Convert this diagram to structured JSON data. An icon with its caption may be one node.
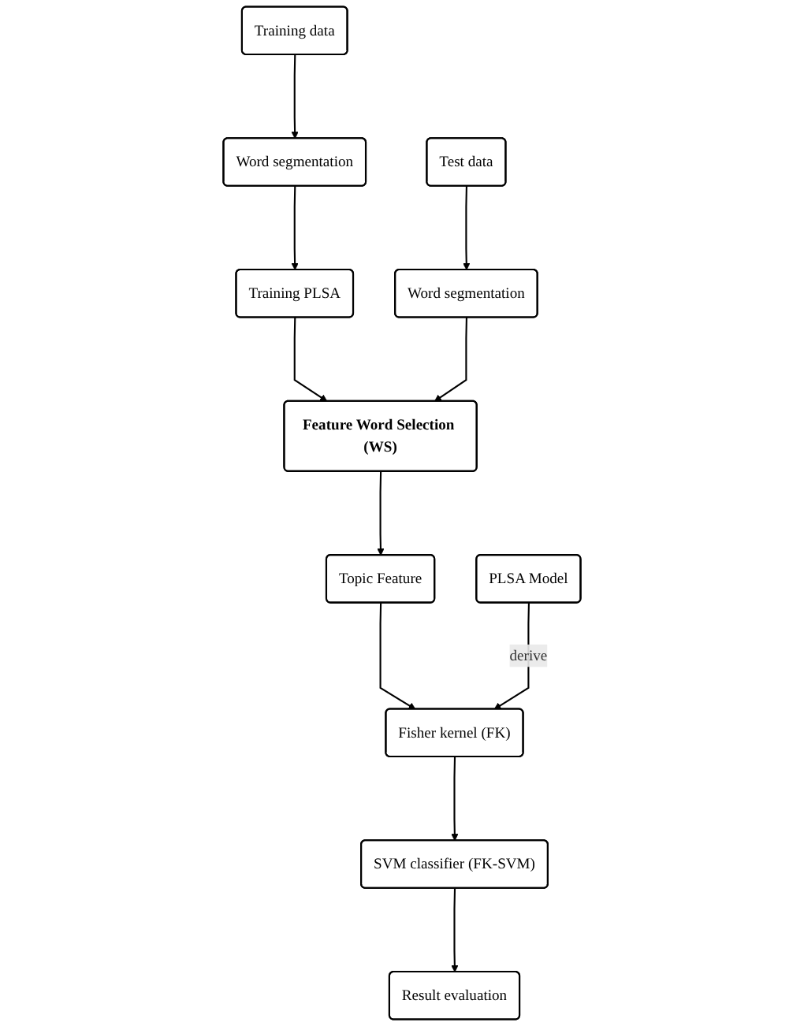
{
  "diagram": {
    "nodes": [
      {
        "text": [
          "Training data"
        ]
      },
      {
        "text": [
          "Word segmentation"
        ]
      },
      {
        "text": [
          "Training PLSA"
        ]
      },
      {
        "text": [
          "Test data"
        ]
      },
      {
        "text": [
          "Word segmentation"
        ]
      },
      {
        "text": [
          "Feature Word Selection (WS)"
        ]
      },
      {
        "text": [
          "Topic Feature"
        ]
      },
      {
        "text": [
          "PLSA Model"
        ]
      },
      {
        "text": [
          "Fisher kernel (FK)"
        ]
      },
      {
        "text": [
          "SVM classifier (FK-SVM)"
        ]
      },
      {
        "text": [
          "Result evaluation"
        ]
      }
    ],
    "edges": [
      {
        "from": 0,
        "to": 1,
        "arrow": "to"
      },
      {
        "from": 1,
        "to": 2,
        "arrow": "to"
      },
      {
        "from": 3,
        "to": 4,
        "arrow": "to"
      },
      {
        "from": 2,
        "to": 5,
        "arrow": "to"
      },
      {
        "from": 4,
        "to": 5,
        "arrow": "to"
      },
      {
        "from": 5,
        "to": 6,
        "arrow": "to"
      },
      {
        "from": 6,
        "to": 8,
        "arrow": "to"
      },
      {
        "from": 7,
        "to": 8,
        "label": "derive",
        "arrow": "to"
      },
      {
        "from": 8,
        "to": 9,
        "arrow": "to"
      },
      {
        "from": 9,
        "to": 10,
        "arrow": "to"
      }
    ]
  }
}
